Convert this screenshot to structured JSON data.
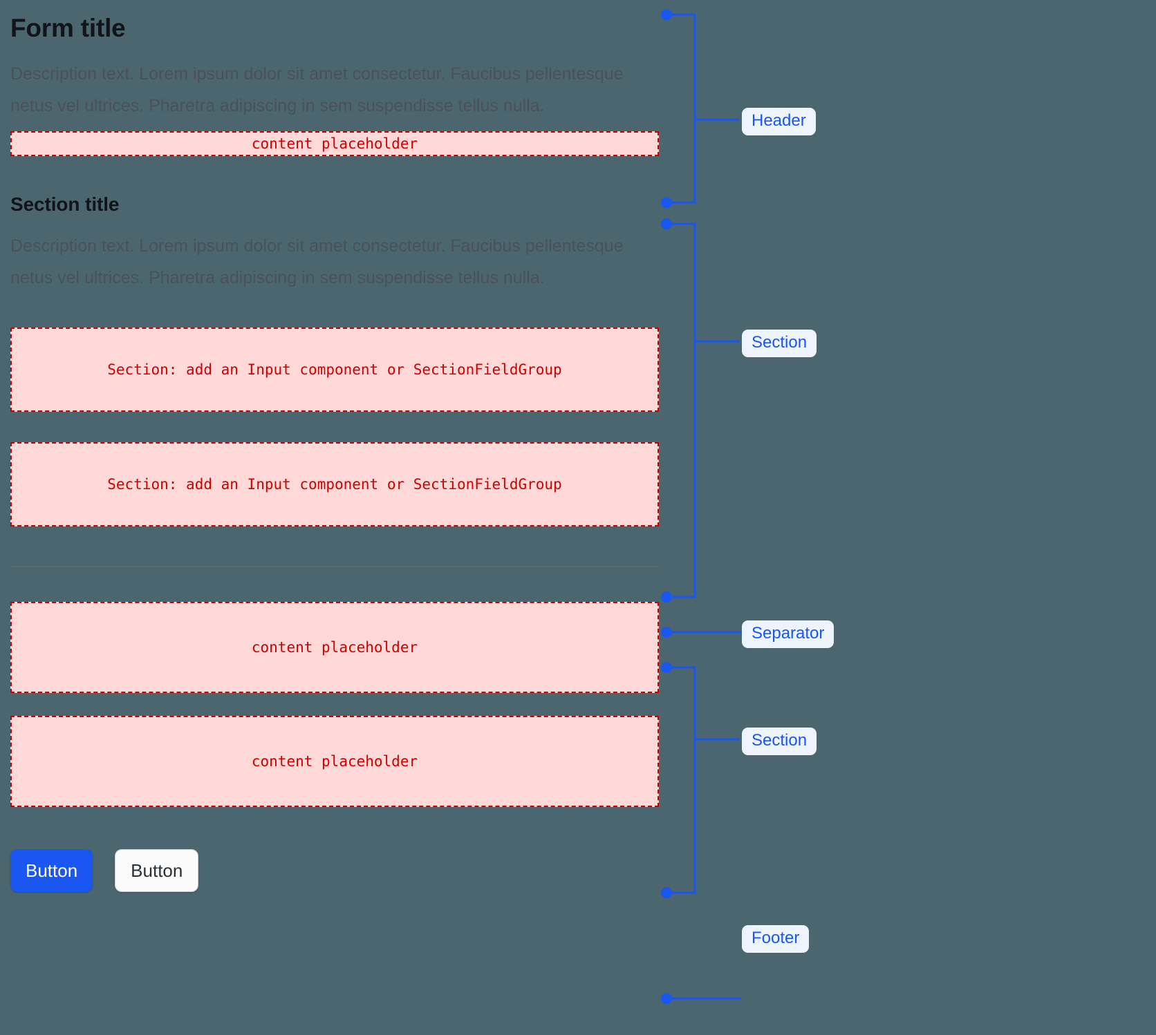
{
  "colors": {
    "background": "#4c6670",
    "accent_blue": "#1a56f0",
    "pill_background": "#eef4fe",
    "placeholder_border": "#cc0000",
    "placeholder_fill": "#ffd9d7",
    "placeholder_text": "#d00000",
    "title_text": "#111418",
    "description_text": "#4b5158",
    "separator": "#5d6a70"
  },
  "header": {
    "title": "Form title",
    "description": "Description text. Lorem ipsum dolor sit amet consectetur. Faucibus pellentesque netus vel ultrices. Pharetra adipiscing in sem suspendisse tellus nulla.",
    "placeholder": "content placeholder"
  },
  "section": {
    "title": "Section title",
    "description": "Description text. Lorem ipsum dolor sit amet consectetur. Faucibus pellentesque netus vel ultrices. Pharetra adipiscing in sem suspendisse tellus nulla.",
    "field_placeholder_1": "Section: add an Input component or SectionFieldGroup",
    "field_placeholder_2": "Section: add an Input component or SectionFieldGroup"
  },
  "section_2": {
    "placeholder_1": "content placeholder",
    "placeholder_2": "content placeholder"
  },
  "footer": {
    "primary_button": "Button",
    "secondary_button": "Button"
  },
  "annotations": [
    {
      "label": "Header"
    },
    {
      "label": "Section"
    },
    {
      "label": "Separator"
    },
    {
      "label": "Section"
    },
    {
      "label": "Footer"
    }
  ]
}
